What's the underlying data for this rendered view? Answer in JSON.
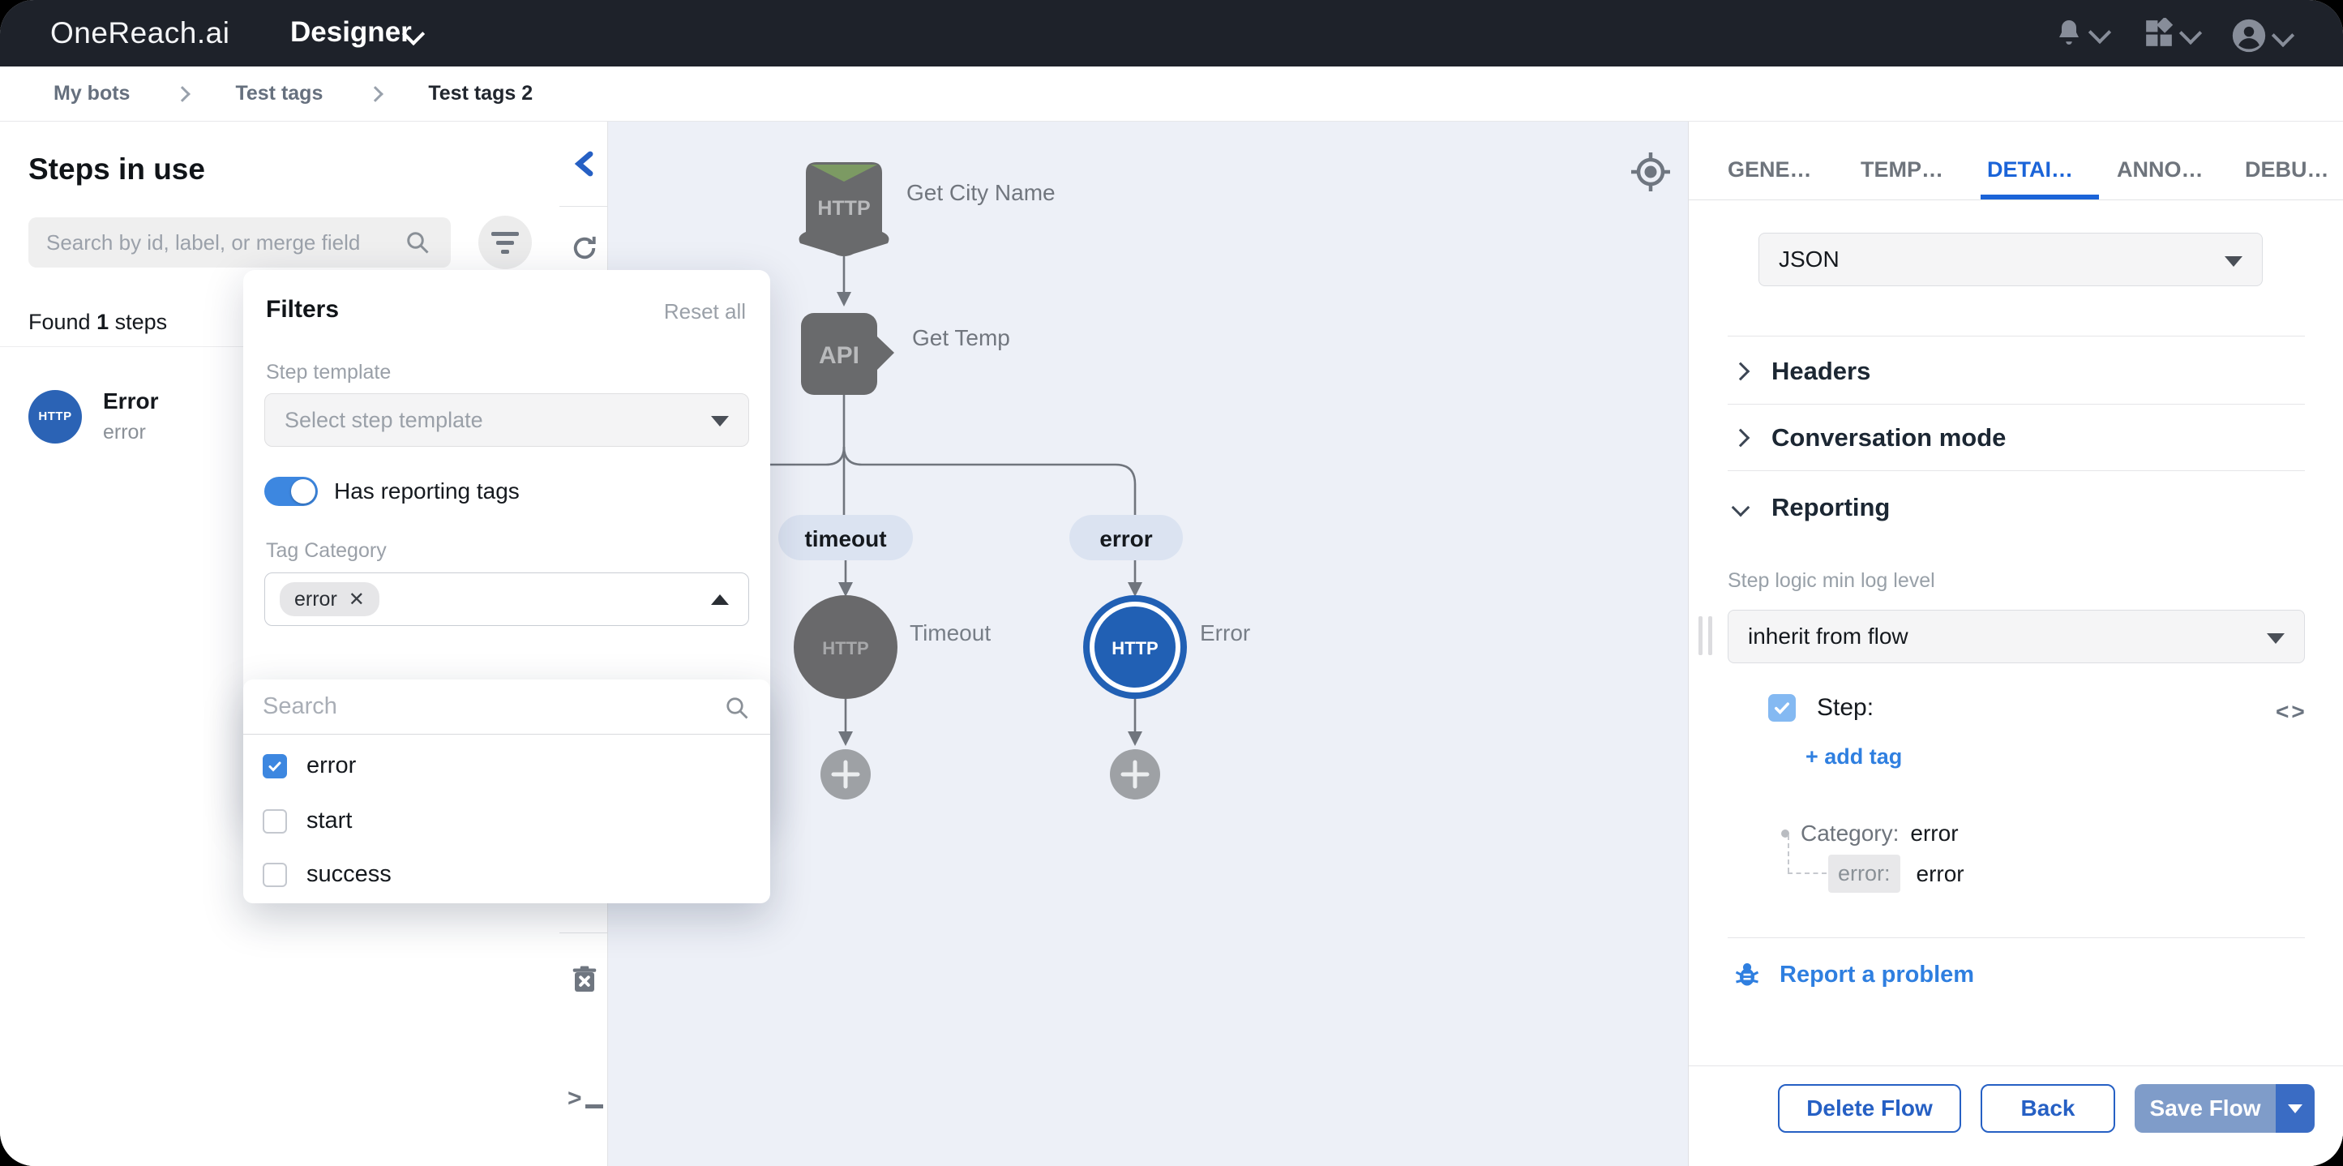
{
  "topbar": {
    "logo": "OneReach.ai",
    "product_menu": "Designer",
    "icons": [
      "bell-icon",
      "apps-grid-icon",
      "avatar-icon"
    ]
  },
  "breadcrumb": {
    "items": [
      "My bots",
      "Test tags",
      "Test tags 2"
    ]
  },
  "left_panel": {
    "title": "Steps in use",
    "search_placeholder": "Search by id, label, or merge field",
    "found_prefix": "Found",
    "found_count": "1",
    "found_suffix": "steps",
    "step_item": {
      "badge": "HTTP",
      "title": "Error",
      "subtitle": "error"
    }
  },
  "tool_strip": {
    "icons": [
      "collapse-left",
      "refresh",
      "clear-canvas",
      "console"
    ],
    "console_glyph": ">"
  },
  "filters_popup": {
    "title": "Filters",
    "reset_label": "Reset all",
    "step_template_label": "Step template",
    "step_template_placeholder": "Select step template",
    "toggle_label": "Has reporting tags",
    "toggle_state": "on",
    "tag_category_label": "Tag Category",
    "selected_tag": "error",
    "tag_search_placeholder": "Search",
    "options": [
      {
        "label": "error",
        "checked": true
      },
      {
        "label": "start",
        "checked": false
      },
      {
        "label": "success",
        "checked": false
      }
    ]
  },
  "canvas": {
    "nodes": {
      "http_node": {
        "badge": "HTTP",
        "label": "Get City Name"
      },
      "api_node": {
        "badge": "API",
        "label": "Get Temp"
      },
      "timeout_pill": "timeout",
      "error_pill": "error",
      "timeout_step": {
        "badge": "HTTP",
        "label": "Timeout"
      },
      "error_step": {
        "badge": "HTTP",
        "label": "Error"
      }
    },
    "colors": {
      "node_gray": "#696a6c",
      "node_green": "#7c9a63",
      "selected_blue": "#2160b4",
      "edge": "#70757d",
      "pill_bg": "#dbe3f1"
    }
  },
  "right_panel": {
    "tabs": [
      {
        "label": "GENE…",
        "active": false
      },
      {
        "label": "TEMP…",
        "active": false
      },
      {
        "label": "DETAI…",
        "active": true
      },
      {
        "label": "ANNO…",
        "active": false
      },
      {
        "label": "DEBU…",
        "active": false
      }
    ],
    "format_value": "JSON",
    "sections": {
      "headers": "Headers",
      "conversation": "Conversation mode",
      "reporting": "Reporting"
    },
    "log_level_label": "Step logic min log level",
    "log_level_value": "inherit from flow",
    "step_checkbox_label": "Step:",
    "add_tag_label": "+ add tag",
    "category_label": "Category:",
    "category_value": "error",
    "tag_key": "error:",
    "tag_value": "error",
    "report_problem_label": "Report a problem",
    "footer": {
      "delete_label": "Delete Flow",
      "back_label": "Back",
      "save_label": "Save Flow"
    }
  }
}
